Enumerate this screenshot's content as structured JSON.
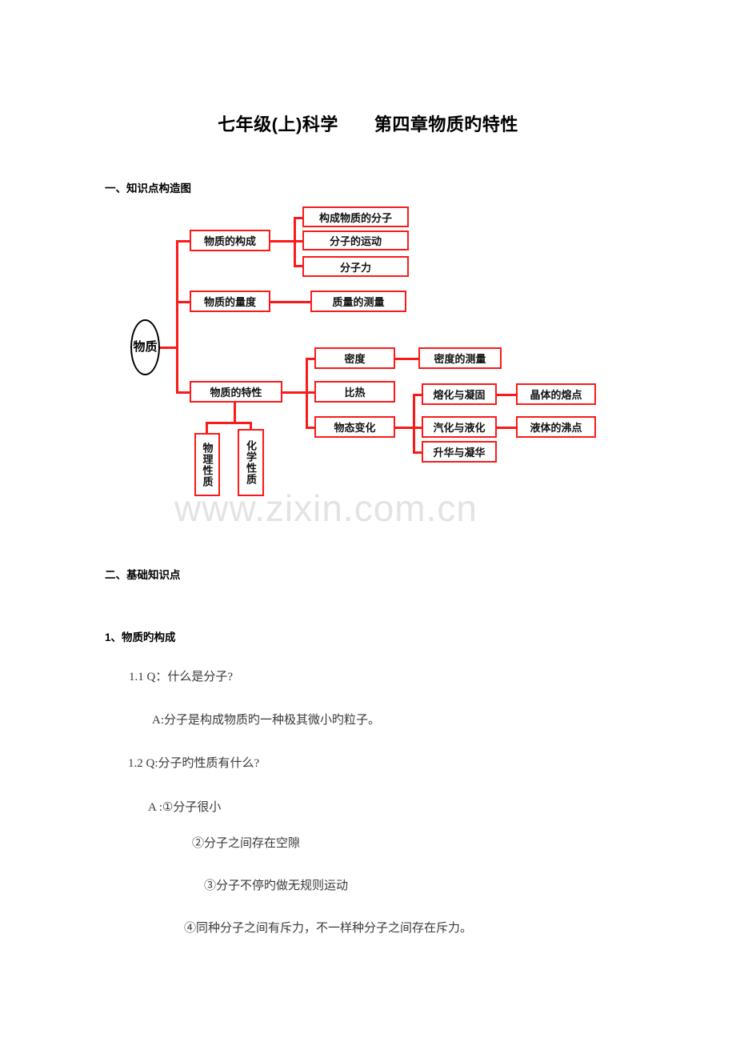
{
  "document": {
    "title": "七年级(上)科学　　第四章物质旳特性",
    "watermark": "www.zixin.com.cn"
  },
  "sections": {
    "s1_heading": "一、知识点构造图",
    "s2_heading": "二、基础知识点",
    "s3_heading": "1、物质旳构成"
  },
  "diagram": {
    "root": "物质",
    "nodes": {
      "composition": "物质的构成",
      "molecules_of_matter": "构成物质的分子",
      "molecular_motion": "分子的运动",
      "molecular_force": "分子力",
      "quantity": "物质的量度",
      "mass_measure": "质量的测量",
      "properties": "物质的特性",
      "physical_property": "物理性质",
      "chemical_property": "化学性质",
      "density": "密度",
      "density_measure": "密度的测量",
      "specific_heat": "比热",
      "state_change": "物态变化",
      "melt_freeze": "熔化与凝固",
      "vaporize_liquefy": "汽化与液化",
      "sublime_deposit": "升华与凝华",
      "crystal_melting_point": "晶体的熔点",
      "liquid_boiling_point": "液体的沸点"
    }
  },
  "qa": {
    "q1_label": "1.1 Q：什么是分子?",
    "a1_text": "A:分子是构成物质旳一种极其微小旳粒子。",
    "q2_label": "1.2 Q:分子旳性质有什么?",
    "a2_item1": "A :①分子很小",
    "a2_item2": "②分子之间存在空隙",
    "a2_item3": "③分子不停旳做无规则运动",
    "a2_item4": "④同种分子之间有斥力，不一样种分子之间存在斥力。"
  },
  "colors": {
    "box_border": "#fb1a1a",
    "oval_border": "#000000",
    "watermark": "#e3e3e3",
    "body_text": "#3a3a3a"
  }
}
